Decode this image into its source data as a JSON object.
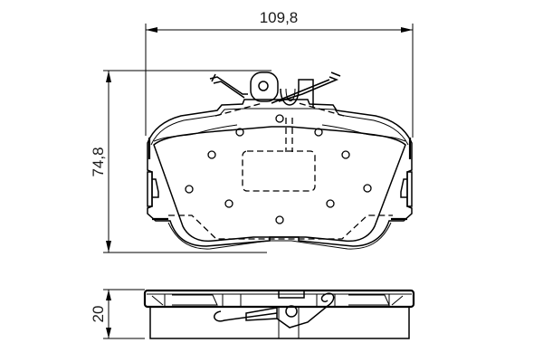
{
  "drawing": {
    "subject": "brake pad technical drawing",
    "views": [
      "front view",
      "side view"
    ],
    "line_color": "#000000",
    "background": "#ffffff"
  },
  "dimensions": {
    "width": {
      "label": "109,8",
      "orientation": "horizontal"
    },
    "height": {
      "label": "74,8",
      "orientation": "vertical"
    },
    "thickness": {
      "label": "20",
      "orientation": "vertical"
    }
  }
}
